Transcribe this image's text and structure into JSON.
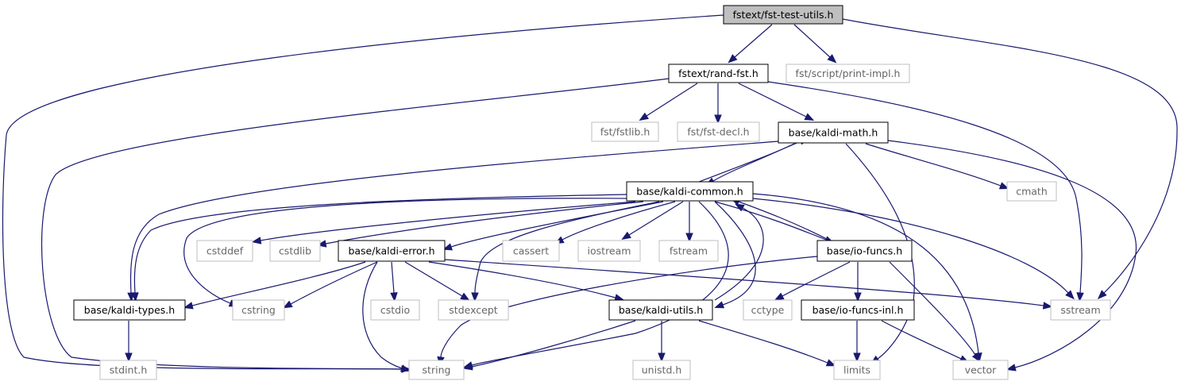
{
  "diagram": {
    "colors": {
      "edge": "#191970",
      "root_fill": "#bfbfbf",
      "documented_border": "#000000",
      "external_border": "#bfbfbf",
      "external_text": "#666666"
    },
    "nodes": [
      {
        "id": "fst-test-utils",
        "label": "fstext/fst-test-utils.h",
        "kind": "root"
      },
      {
        "id": "rand-fst",
        "label": "fstext/rand-fst.h",
        "kind": "documented"
      },
      {
        "id": "print-impl",
        "label": "fst/script/print-impl.h",
        "kind": "external"
      },
      {
        "id": "fstlib",
        "label": "fst/fstlib.h",
        "kind": "external"
      },
      {
        "id": "fst-decl",
        "label": "fst/fst-decl.h",
        "kind": "external"
      },
      {
        "id": "kaldi-math",
        "label": "base/kaldi-math.h",
        "kind": "documented"
      },
      {
        "id": "kaldi-common",
        "label": "base/kaldi-common.h",
        "kind": "documented"
      },
      {
        "id": "cmath",
        "label": "cmath",
        "kind": "external"
      },
      {
        "id": "cstddef",
        "label": "cstddef",
        "kind": "external"
      },
      {
        "id": "cstdlib",
        "label": "cstdlib",
        "kind": "external"
      },
      {
        "id": "kaldi-error",
        "label": "base/kaldi-error.h",
        "kind": "documented"
      },
      {
        "id": "cassert",
        "label": "cassert",
        "kind": "external"
      },
      {
        "id": "iostream",
        "label": "iostream",
        "kind": "external"
      },
      {
        "id": "fstream",
        "label": "fstream",
        "kind": "external"
      },
      {
        "id": "io-funcs",
        "label": "base/io-funcs.h",
        "kind": "documented"
      },
      {
        "id": "kaldi-types",
        "label": "base/kaldi-types.h",
        "kind": "documented"
      },
      {
        "id": "cstring",
        "label": "cstring",
        "kind": "external"
      },
      {
        "id": "cstdio",
        "label": "cstdio",
        "kind": "external"
      },
      {
        "id": "stdexcept",
        "label": "stdexcept",
        "kind": "external"
      },
      {
        "id": "kaldi-utils",
        "label": "base/kaldi-utils.h",
        "kind": "documented"
      },
      {
        "id": "cctype",
        "label": "cctype",
        "kind": "external"
      },
      {
        "id": "io-funcs-inl",
        "label": "base/io-funcs-inl.h",
        "kind": "documented"
      },
      {
        "id": "sstream",
        "label": "sstream",
        "kind": "external"
      },
      {
        "id": "stdint",
        "label": "stdint.h",
        "kind": "external"
      },
      {
        "id": "string",
        "label": "string",
        "kind": "external"
      },
      {
        "id": "unistd",
        "label": "unistd.h",
        "kind": "external"
      },
      {
        "id": "limits",
        "label": "limits",
        "kind": "external"
      },
      {
        "id": "vector",
        "label": "vector",
        "kind": "external"
      }
    ],
    "edges": [
      [
        "fst-test-utils",
        "rand-fst"
      ],
      [
        "fst-test-utils",
        "print-impl"
      ],
      [
        "fst-test-utils",
        "string"
      ],
      [
        "fst-test-utils",
        "sstream"
      ],
      [
        "rand-fst",
        "fstlib"
      ],
      [
        "rand-fst",
        "fst-decl"
      ],
      [
        "rand-fst",
        "kaldi-math"
      ],
      [
        "rand-fst",
        "string"
      ],
      [
        "rand-fst",
        "sstream"
      ],
      [
        "kaldi-math",
        "kaldi-common"
      ],
      [
        "kaldi-math",
        "cmath"
      ],
      [
        "kaldi-math",
        "kaldi-types"
      ],
      [
        "kaldi-math",
        "limits"
      ],
      [
        "kaldi-math",
        "vector"
      ],
      [
        "kaldi-common",
        "kaldi-math"
      ],
      [
        "kaldi-common",
        "cstddef"
      ],
      [
        "kaldi-common",
        "cstdlib"
      ],
      [
        "kaldi-common",
        "kaldi-error"
      ],
      [
        "kaldi-common",
        "cassert"
      ],
      [
        "kaldi-common",
        "iostream"
      ],
      [
        "kaldi-common",
        "fstream"
      ],
      [
        "kaldi-common",
        "io-funcs"
      ],
      [
        "kaldi-common",
        "kaldi-types"
      ],
      [
        "kaldi-common",
        "cstring"
      ],
      [
        "kaldi-common",
        "stdexcept"
      ],
      [
        "kaldi-common",
        "kaldi-utils"
      ],
      [
        "kaldi-common",
        "string"
      ],
      [
        "kaldi-common",
        "sstream"
      ],
      [
        "kaldi-common",
        "vector"
      ],
      [
        "kaldi-error",
        "kaldi-types"
      ],
      [
        "kaldi-error",
        "cstring"
      ],
      [
        "kaldi-error",
        "cstdio"
      ],
      [
        "kaldi-error",
        "stdexcept"
      ],
      [
        "kaldi-error",
        "kaldi-utils"
      ],
      [
        "kaldi-error",
        "string"
      ],
      [
        "kaldi-error",
        "sstream"
      ],
      [
        "io-funcs",
        "kaldi-common"
      ],
      [
        "io-funcs",
        "cctype"
      ],
      [
        "io-funcs",
        "io-funcs-inl"
      ],
      [
        "io-funcs",
        "string"
      ],
      [
        "io-funcs",
        "vector"
      ],
      [
        "kaldi-utils",
        "kaldi-common"
      ],
      [
        "kaldi-utils",
        "string"
      ],
      [
        "kaldi-utils",
        "unistd"
      ],
      [
        "kaldi-utils",
        "limits"
      ],
      [
        "io-funcs-inl",
        "limits"
      ],
      [
        "io-funcs-inl",
        "vector"
      ],
      [
        "kaldi-types",
        "stdint"
      ]
    ]
  }
}
